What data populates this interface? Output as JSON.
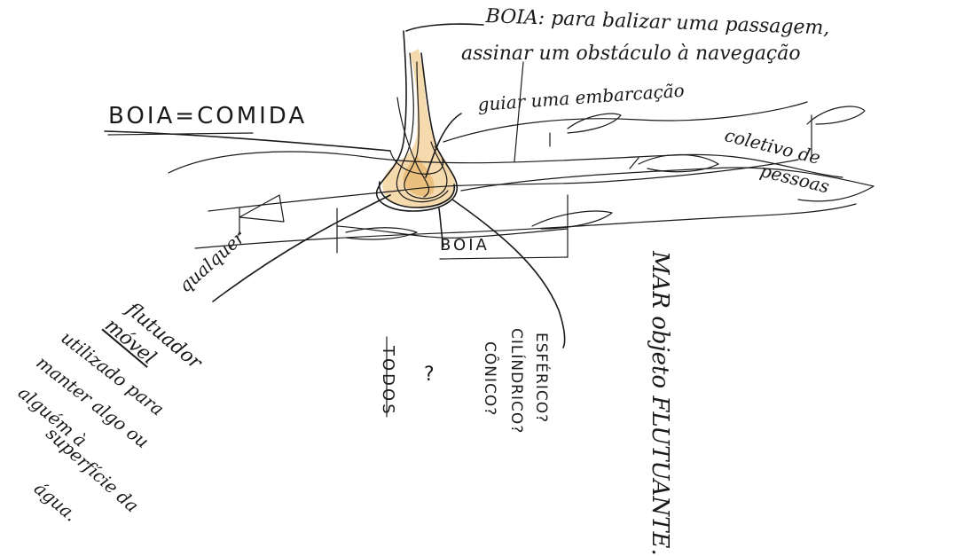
{
  "colors": {
    "ink": "#1a1a1a",
    "buoy_fill": "#f3d3a0",
    "buoy_shade": "#e8b870"
  },
  "labels": {
    "boia_def_line1": "BOIA: para balizar uma passagem,",
    "boia_def_line2": "assinar um obstáculo à navegação",
    "guiar": "guiar uma embarcação",
    "comida": "BOIA=COMIDA",
    "coletivo_line1": "coletivo de",
    "coletivo_line2": "pessoas",
    "boia_center": "BOIA",
    "mar": "MAR objeto FLUTUANTE.",
    "qualquer_line1": "qualquer",
    "qualquer_line2": "flutuador",
    "qualquer_line3": "móvel",
    "qualquer_line4": "utilizado para",
    "qualquer_line5": "manter algo ou",
    "qualquer_line6": "alguém à",
    "qualquer_line7": "superfície da",
    "qualquer_line8": "água.",
    "todos_line1": "TODOS",
    "todos_line2": "?",
    "shape_line1": "ESFÉRICO?",
    "shape_line2": "CILÍNDRICO?",
    "shape_line3": "CÔNICO?"
  }
}
